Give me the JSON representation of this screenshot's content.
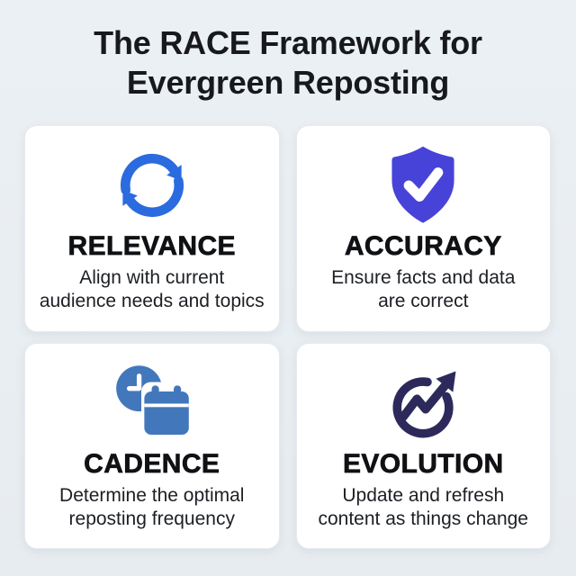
{
  "page": {
    "title_lines": [
      "The RACE Framework for",
      "Evergreen Reposting"
    ],
    "background_color": "#E9EEF2",
    "card_background": "#FFFFFF"
  },
  "cards": [
    {
      "title": "RELEVANCE",
      "desc_lines": [
        "Align with current",
        "audience needs and topics"
      ],
      "icon": "sync-icon",
      "icon_color": "#2B6BE0"
    },
    {
      "title": "ACCURACY",
      "desc_lines": [
        "Ensure facts and data",
        "are correct"
      ],
      "icon": "shield-check-icon",
      "icon_color": "#4743D8"
    },
    {
      "title": "CADENCE",
      "desc_lines": [
        "Determine the optimal",
        "reposting frequency"
      ],
      "icon": "clock-calendar-icon",
      "icon_color": "#4377BC"
    },
    {
      "title": "EVOLUTION",
      "desc_lines": [
        "Update and refresh",
        "content as things change"
      ],
      "icon": "growth-arrow-icon",
      "icon_color": "#2D2A5B"
    }
  ]
}
